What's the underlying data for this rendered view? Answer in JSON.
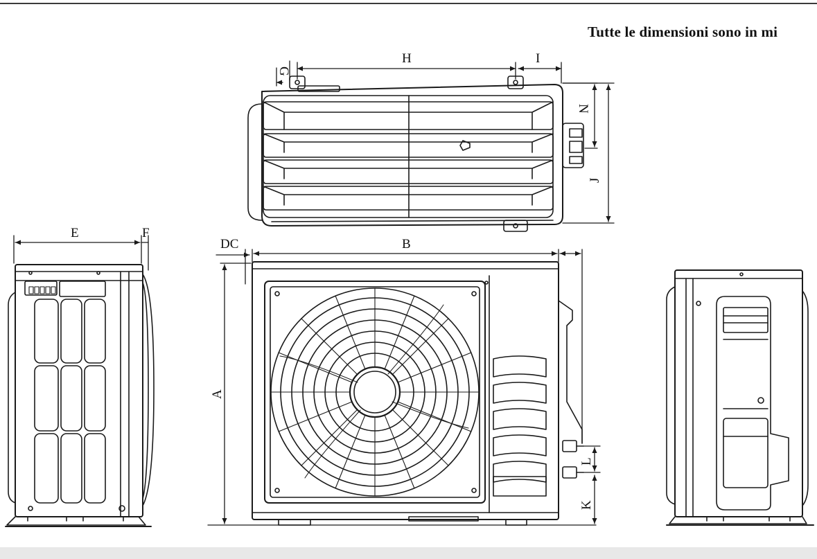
{
  "note": "Tutte le dimensioni sono in mi",
  "dimension_labels": {
    "A": "A",
    "B": "B",
    "DC": "DC",
    "E": "E",
    "F": "F",
    "G": "G",
    "H": "H",
    "I": "I",
    "J": "J",
    "K": "K",
    "L": "L",
    "N": "N"
  },
  "colors": {
    "line": "#1a1a1a",
    "band": "#e8e8e8"
  }
}
